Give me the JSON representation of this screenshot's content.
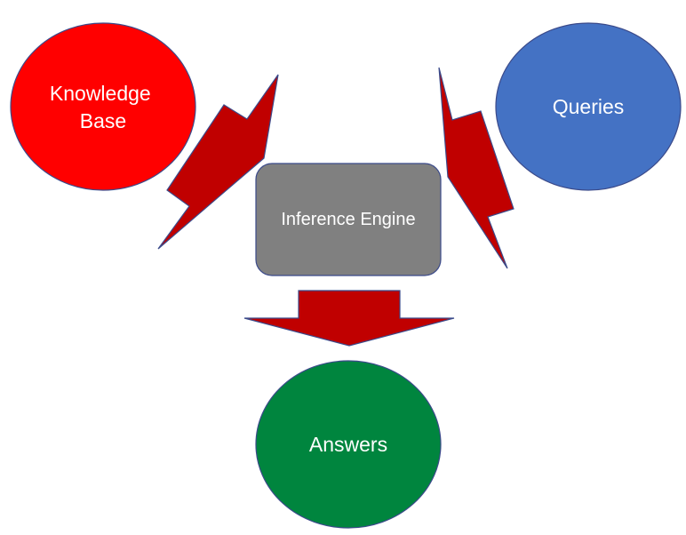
{
  "nodes": {
    "knowledge_base": {
      "line1": "Knowledge",
      "line2": "Base"
    },
    "queries": {
      "label": "Queries"
    },
    "inference_engine": {
      "label": "Inference Engine"
    },
    "answers": {
      "label": "Answers"
    }
  },
  "colors": {
    "knowledge_base_fill": "#ff0000",
    "queries_fill": "#4472c4",
    "inference_engine_fill": "#808080",
    "answers_fill": "#00853e",
    "arrow_fill": "#c00000",
    "outline": "#3b4a8a",
    "text": "#ffffff"
  }
}
